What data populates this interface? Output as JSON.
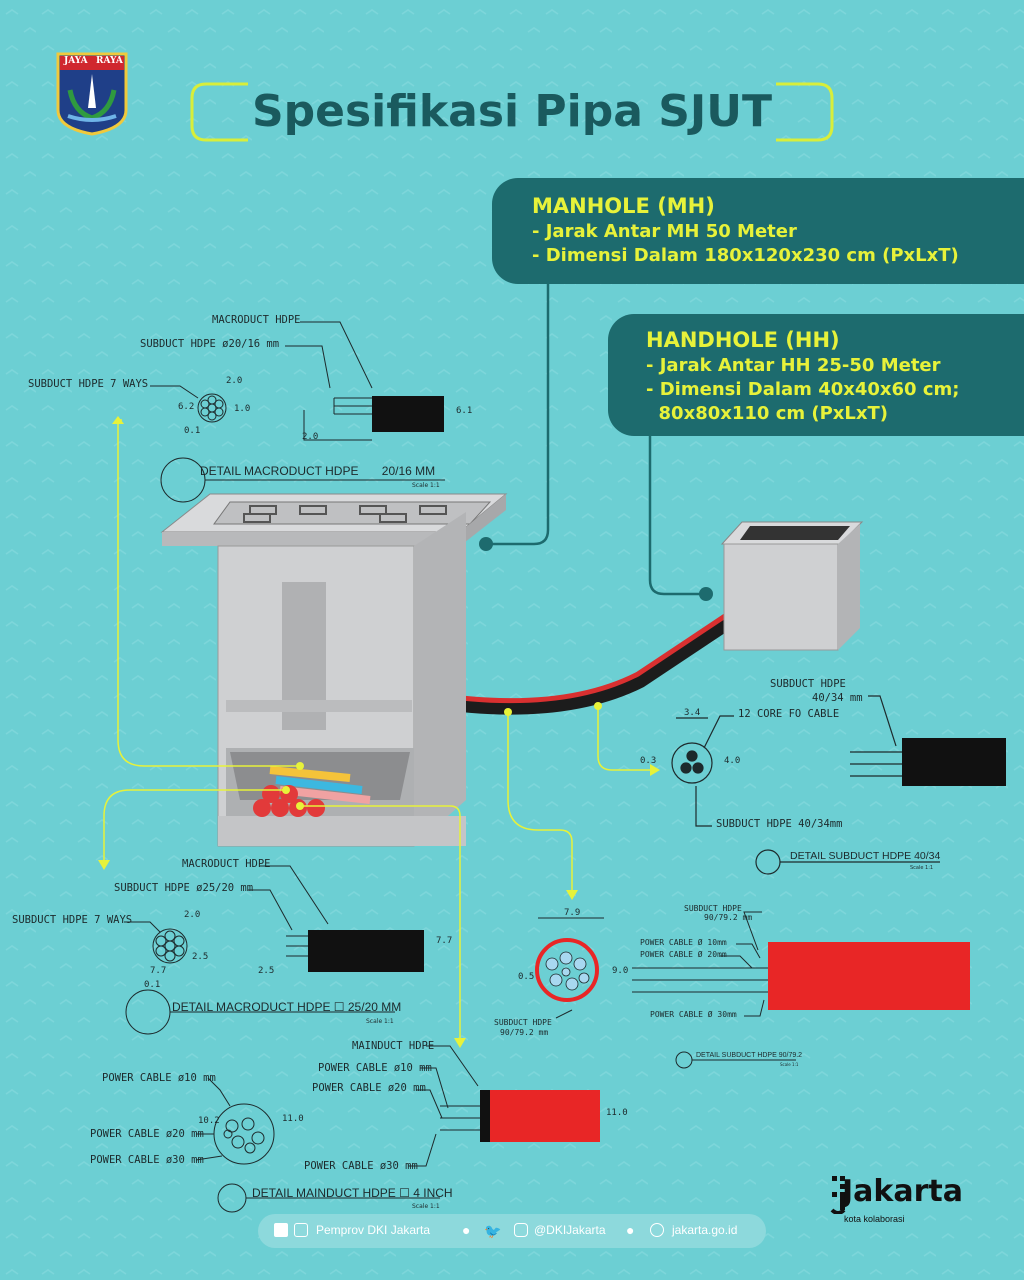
{
  "header": {
    "title": "Spesifikasi Pipa SJUT",
    "logo_text_left": "JAYA",
    "logo_text_right": "RAYA"
  },
  "manhole": {
    "title": "MANHOLE (MH)",
    "lines": [
      "- Jarak Antar MH 50 Meter",
      "- Dimensi Dalam 180x120x230 cm (PxLxT)"
    ]
  },
  "handhole": {
    "title": "HANDHOLE (HH)",
    "lines": [
      "- Jarak Antar HH 25-50 Meter",
      "- Dimensi Dalam 40x40x60 cm;",
      "  80x80x110 cm (PxLxT)"
    ]
  },
  "detail_macroduct_2016": {
    "macroduct": "MACRODUCT HDPE",
    "subduct": "SUBDUCT HDPE ø20/16 mm",
    "ways": "SUBDUCT HDPE 7 WAYS",
    "dims": [
      "2.0",
      "6.2",
      "1.0",
      "0.1",
      "2.0",
      "6.1"
    ],
    "title": "DETAIL MACRODUCT HDPE       20/16 MM",
    "scale": "Scale 1:1"
  },
  "detail_macroduct_2520": {
    "macroduct": "MACRODUCT HDPE",
    "subduct": "SUBDUCT HDPE ø25/20 mm",
    "ways": "SUBDUCT HDPE 7 WAYS",
    "dims": [
      "2.0",
      "7.7",
      "2.5",
      "0.1",
      "2.5",
      "7.7"
    ],
    "title": "DETAIL MACRODUCT HDPE ☐ 25/20 MM",
    "scale": "Scale 1:1"
  },
  "detail_mainduct": {
    "mainduct": "MAINDUCT HDPE",
    "pc10": "POWER CABLE ø10 mm",
    "pc20": "POWER CABLE ø20 mm",
    "pc30": "POWER CABLE ø30 mm",
    "pc10b": "POWER CABLE ø10 mm",
    "pc20b": "POWER CABLE ø20 mm",
    "pc30b": "POWER CABLE ø30 mm",
    "dims": [
      "10.2",
      "11.0",
      "11.0"
    ],
    "title": "DETAIL MAINDUCT HDPE ☐ 4 INCH",
    "scale": "Scale 1:1"
  },
  "detail_subduct_4034": {
    "subduct": "SUBDUCT HDPE",
    "subduct_size": "40/34 mm",
    "core": "12 CORE FO CABLE",
    "bottom": "SUBDUCT HDPE 40/34mm",
    "dims": [
      "3.4",
      "0.3",
      "4.0"
    ],
    "title": "DETAIL SUBDUCT HDPE 40/34",
    "scale": "Scale 1:1"
  },
  "detail_subduct_9079": {
    "subduct": "SUBDUCT HDPE",
    "subduct_size": "90/79.2 mm",
    "pc10": "POWER CABLE Ø 10mm",
    "pc20": "POWER CABLE Ø 20mm",
    "pc30": "POWER CABLE Ø 30mm",
    "bottom1": "SUBDUCT HDPE",
    "bottom2": "90/79.2 mm",
    "dims": [
      "7.9",
      "0.5",
      "9.0"
    ],
    "title": "DETAIL SUBDUCT HDPE 90/79.2",
    "scale": "Scale 1:1"
  },
  "footer": {
    "facebook": "Pemprov DKI Jakarta",
    "twitter": "@DKIJakarta",
    "website": "jakarta.go.id"
  },
  "brand": {
    "name": "Jakarta",
    "tagline": "kota kolaborasi"
  },
  "colors": {
    "background": "#6ccfd3",
    "panel": "#1d6b6e",
    "accent": "#e7f23a",
    "title": "#1a5a5e"
  }
}
